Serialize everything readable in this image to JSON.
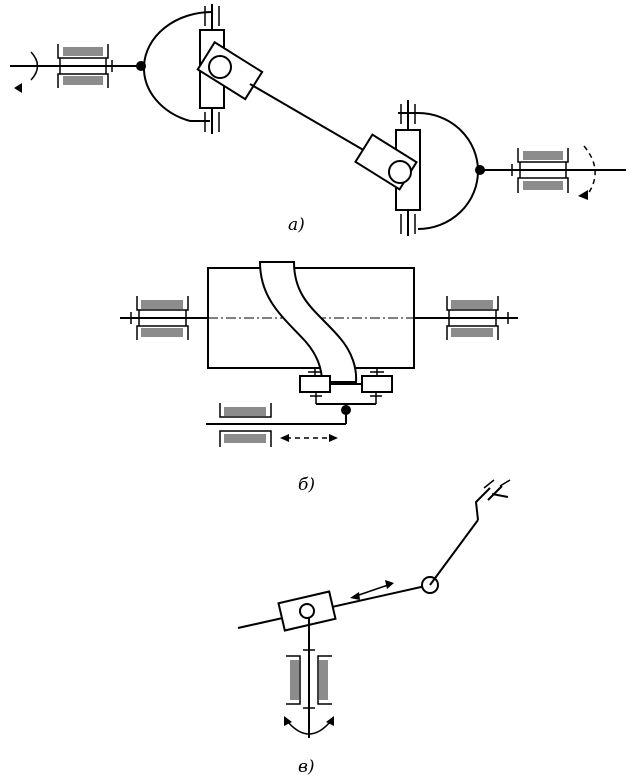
{
  "captions": {
    "a": "а)",
    "b": "б)",
    "c": "в)"
  }
}
